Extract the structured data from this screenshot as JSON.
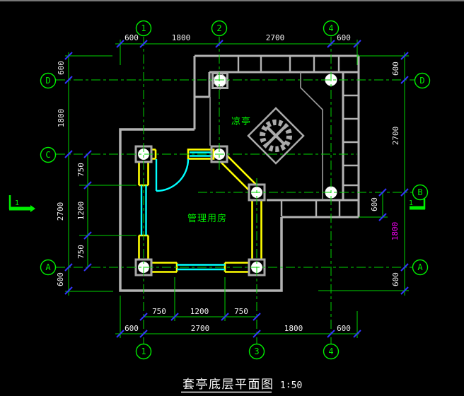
{
  "drawing": {
    "title": "套亭底层平面图",
    "scale": "1∶50",
    "labels": {
      "pavilion": "凉亭",
      "office": "管理用房"
    },
    "grid_bubbles": {
      "top": [
        "1",
        "2",
        "4"
      ],
      "bottom": [
        "1",
        "3",
        "4"
      ],
      "left": [
        "D",
        "C",
        "A"
      ],
      "right": [
        "D",
        "B",
        "A"
      ]
    },
    "section_markers": {
      "left": "1",
      "right": "1"
    },
    "dimensions": {
      "top": [
        "600",
        "1800",
        "2700",
        "600"
      ],
      "bottom_inner": [
        "750",
        "1200",
        "750"
      ],
      "bottom_outer": [
        "600",
        "2700",
        "1800",
        "600"
      ],
      "left_outer": [
        "600",
        "1800",
        "2700",
        "600"
      ],
      "left_inner": [
        "750",
        "1200",
        "750"
      ],
      "right_outer": [
        "600",
        "2700",
        "1800",
        "600"
      ],
      "right_inner": [
        "600"
      ]
    },
    "colors": {
      "background": "#000000",
      "line_green": "#00d400",
      "structure_gray": "#b3b3b3",
      "wall_yellow": "#ffff00",
      "glazing_cyan": "#00ffff",
      "tick_blue": "#3434ff",
      "dim_text_white": "#f2f2f2",
      "highlight_magenta": "#ff00ff",
      "column_white": "#ffffff"
    }
  }
}
